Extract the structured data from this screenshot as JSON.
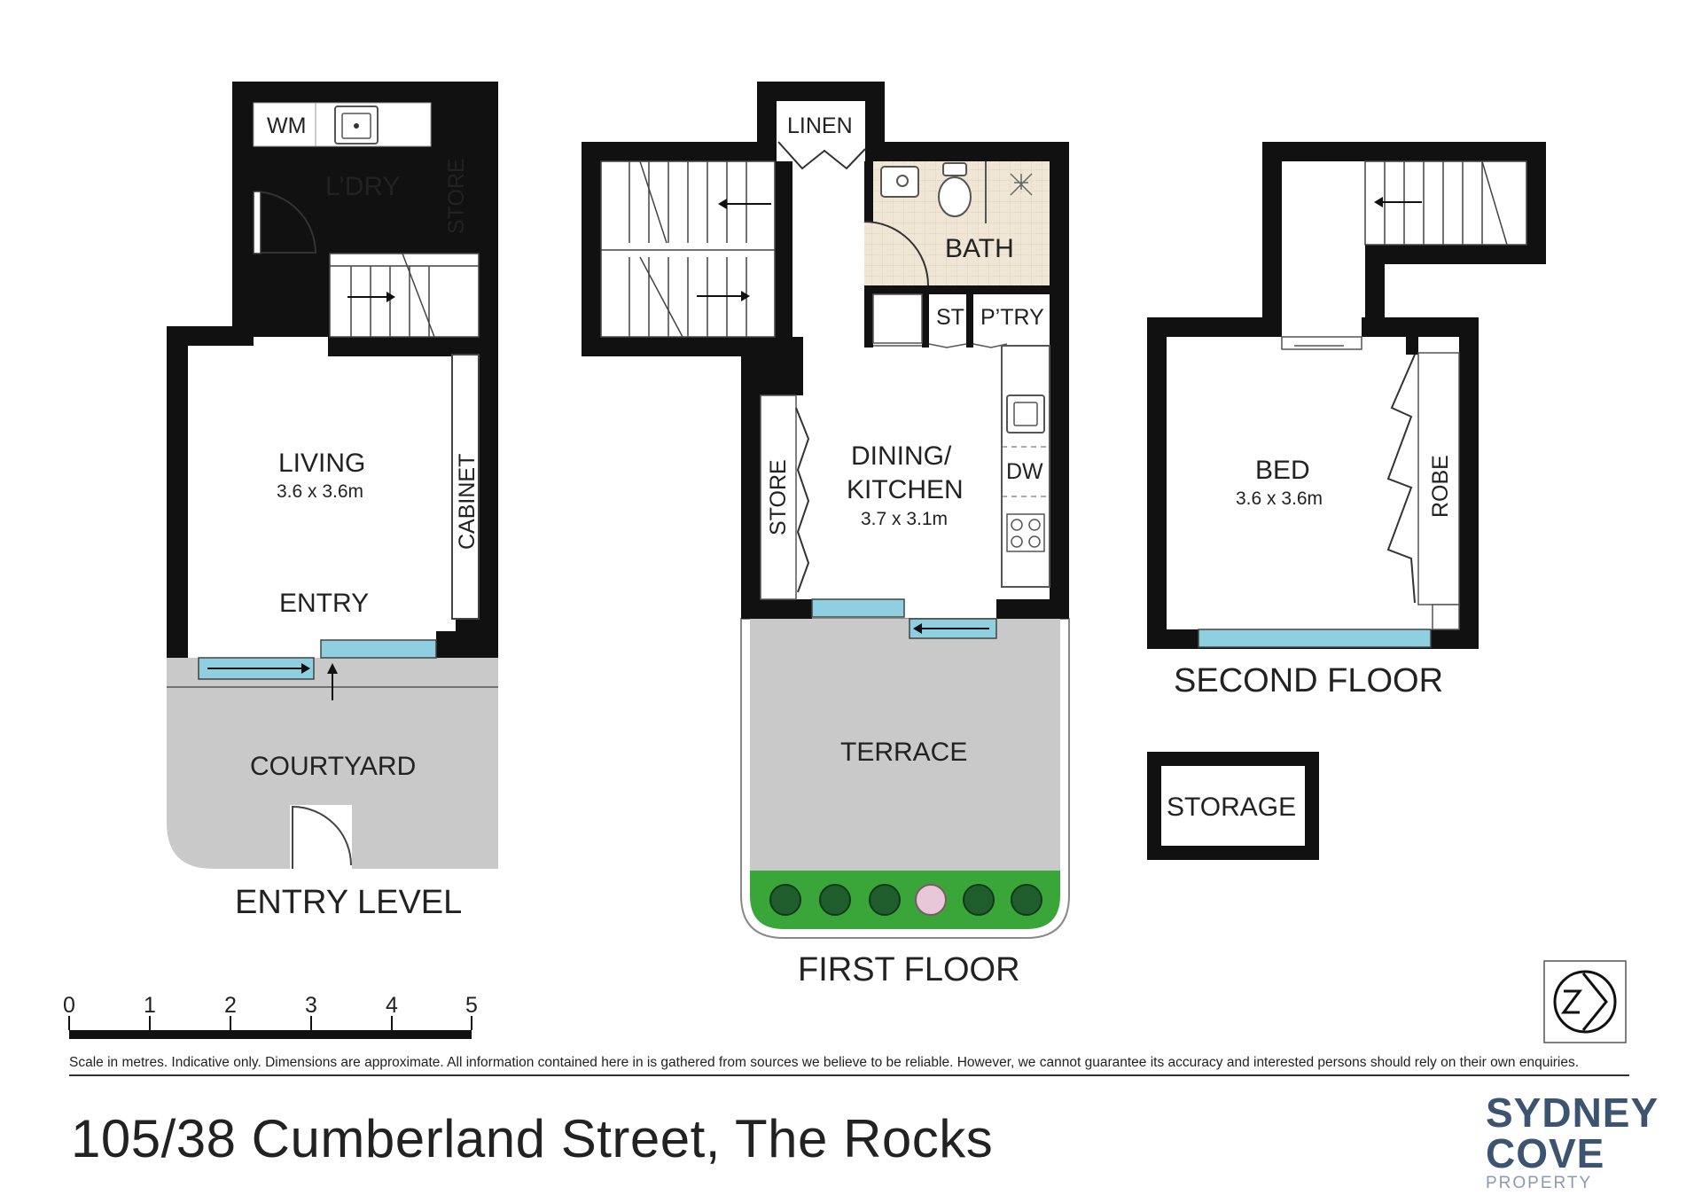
{
  "floors": {
    "entry": {
      "title": "ENTRY LEVEL",
      "rooms": {
        "wm": "WM",
        "laundry": "L’DRY",
        "store": "STORE",
        "living": "LIVING",
        "living_dim": "3.6 x 3.6m",
        "cabinet": "CABINET",
        "entry": "ENTRY",
        "courtyard": "COURTYARD"
      }
    },
    "first": {
      "title": "FIRST FLOOR",
      "rooms": {
        "linen": "LINEN",
        "bath": "BATH",
        "st": "ST",
        "pantry": "P’TRY",
        "store": "STORE",
        "dining1": "DINING/",
        "dining2": "KITCHEN",
        "dining_dim": "3.7 x 3.1m",
        "dw": "DW",
        "terrace": "TERRACE"
      }
    },
    "second": {
      "title": "SECOND FLOOR",
      "rooms": {
        "bed": "BED",
        "bed_dim": "3.6 x 3.6m",
        "robe": "ROBE"
      }
    },
    "storage": {
      "label": "STORAGE"
    }
  },
  "scale": {
    "ticks": [
      "0",
      "1",
      "2",
      "3",
      "4",
      "5"
    ],
    "unit": "metres"
  },
  "disclaimer": "Scale in metres. Indicative only. Dimensions are approximate. All information contained here in is gathered from sources we believe to be reliable. However, we cannot guarantee its accuracy and interested persons should rely on their own enquiries.",
  "address": "105/38 Cumberland Street, The Rocks",
  "brand": {
    "line1": "SYDNEY",
    "line2": "COVE",
    "line3": "PROPERTY"
  },
  "compass": {
    "icon": "north-arrow-icon"
  },
  "colors": {
    "wall": "#111111",
    "outdoor": "#c9c9c9",
    "glass": "#8ecfe0",
    "planter": "#3aa63a",
    "tile": "#efe6d6",
    "brand": "#3d5470"
  }
}
